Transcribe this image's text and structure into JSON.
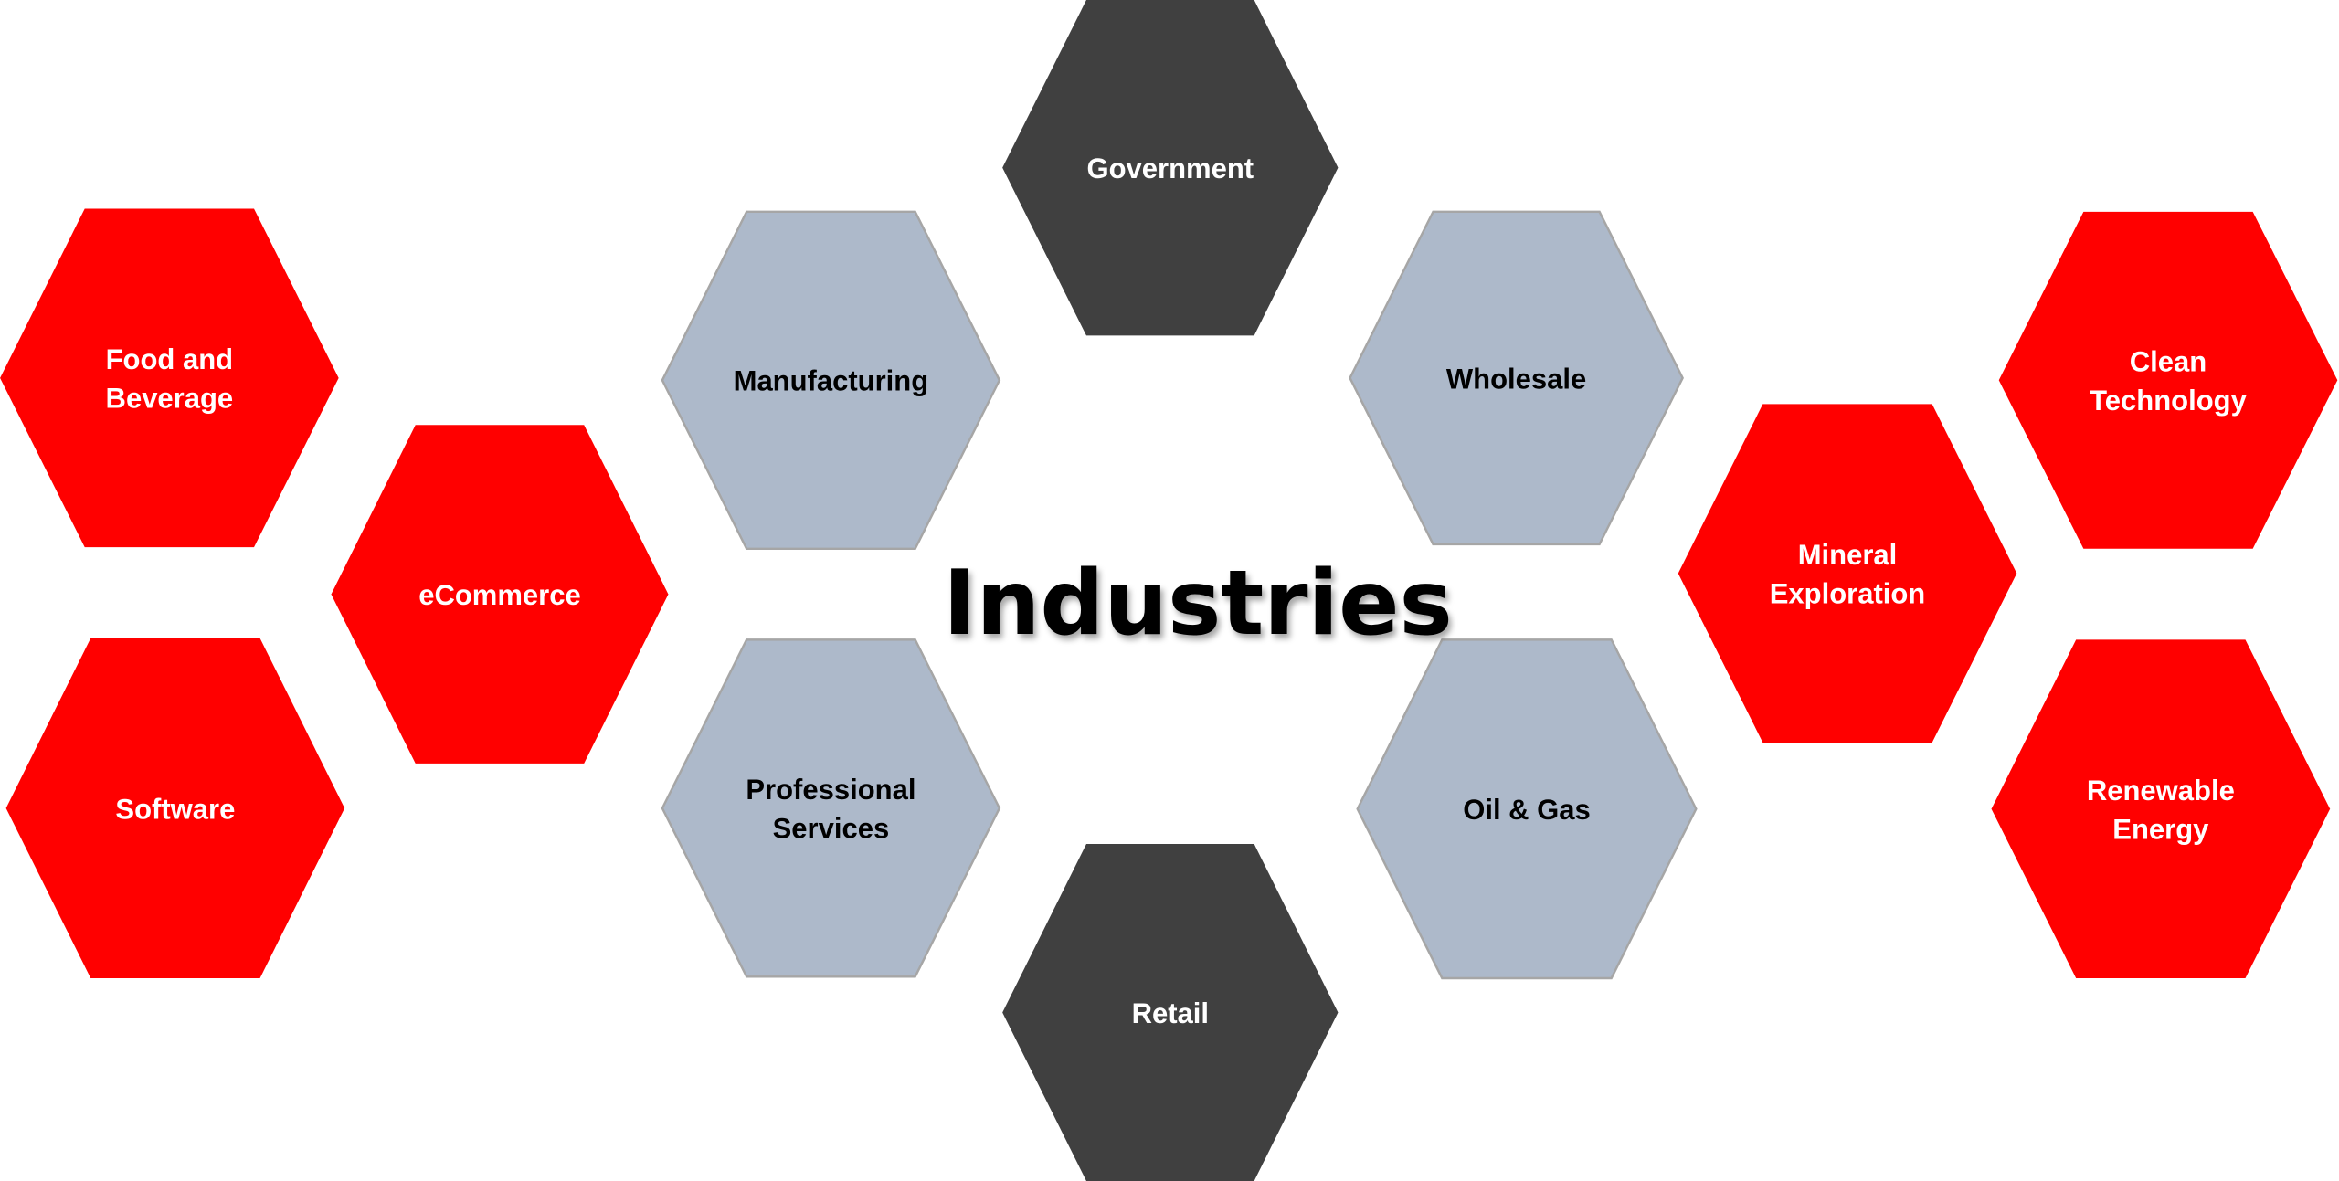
{
  "title": "Industries",
  "colors": {
    "red": "#ff0000",
    "gray_blue": "#adb9ca",
    "dark": "#404040",
    "outline": "#a6a6a6"
  },
  "hexagons": [
    {
      "label": [
        "Food and",
        "Beverage"
      ],
      "group": "red"
    },
    {
      "label": [
        "eCommerce"
      ],
      "group": "red"
    },
    {
      "label": [
        "Software"
      ],
      "group": "red"
    },
    {
      "label": [
        "Manufacturing"
      ],
      "group": "gray_blue"
    },
    {
      "label": [
        "Professional",
        "Services"
      ],
      "group": "gray_blue"
    },
    {
      "label": [
        "Government"
      ],
      "group": "dark"
    },
    {
      "label": [
        "Retail"
      ],
      "group": "dark"
    },
    {
      "label": [
        "Wholesale"
      ],
      "group": "gray_blue"
    },
    {
      "label": [
        "Oil & Gas"
      ],
      "group": "gray_blue"
    },
    {
      "label": [
        "Mineral",
        "Exploration"
      ],
      "group": "red"
    },
    {
      "label": [
        "Clean",
        "Technology"
      ],
      "group": "red"
    },
    {
      "label": [
        "Renewable",
        "Energy"
      ],
      "group": "red"
    }
  ]
}
